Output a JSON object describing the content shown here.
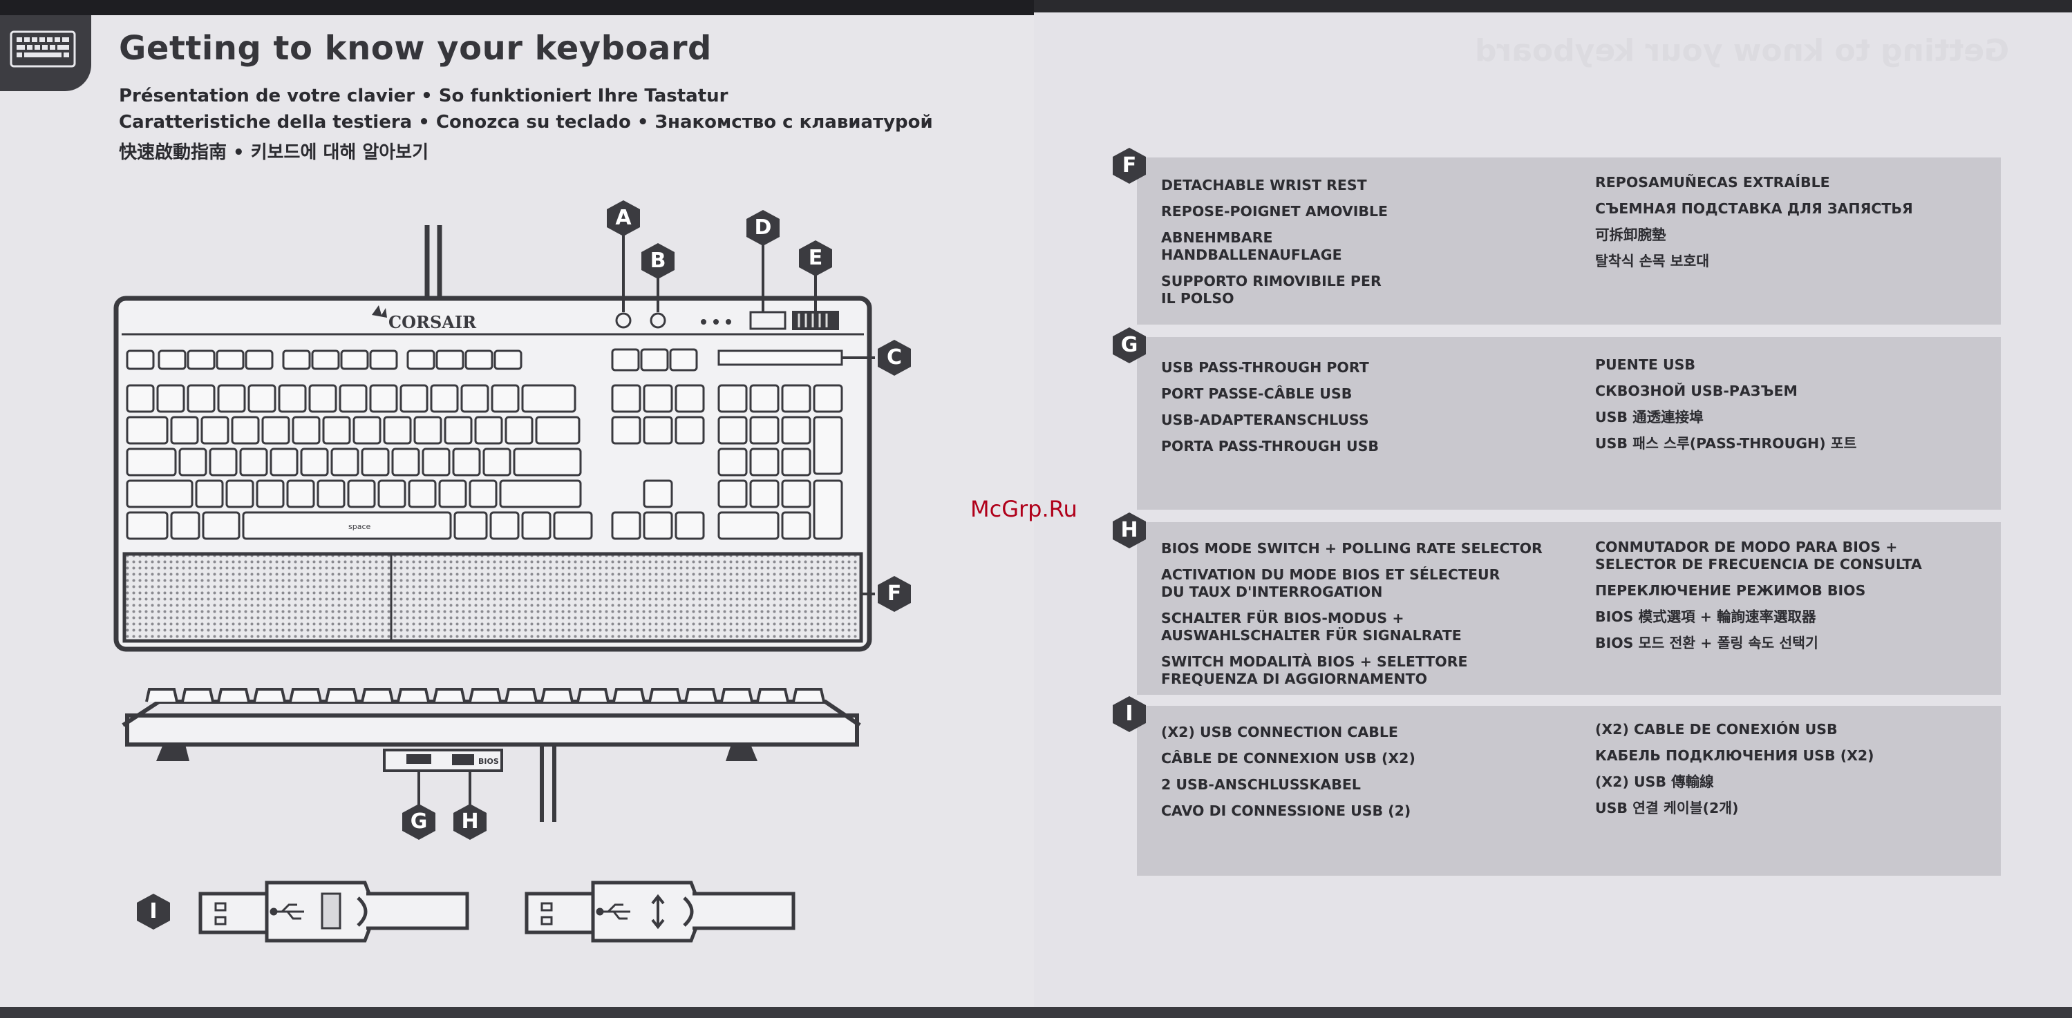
{
  "header": {
    "title": "Getting to know your keyboard",
    "subtitle_line1": "Présentation de votre clavier • So funktioniert Ihre Tastatur",
    "subtitle_line2": "Caratteristiche della testiera • Conozca su teclado • Знакомство с клавиатурой",
    "subtitle_line3": "快速啟動指南 • 키보드에 대해 알아보기"
  },
  "diagram": {
    "brand": "CORSAIR",
    "callouts": [
      "A",
      "B",
      "C",
      "D",
      "E",
      "F",
      "G",
      "H",
      "I"
    ],
    "space_label": "space",
    "bios_label": "BIOS"
  },
  "sections": [
    {
      "letter": "F",
      "left": [
        "DETACHABLE WRIST REST",
        "REPOSE-POIGNET AMOVIBLE",
        "ABNEHMBARE\nHANDBALLENAUFLAGE",
        "SUPPORTO RIMOVIBILE PER\nIL POLSO"
      ],
      "right": [
        "REPOSAMUÑECAS EXTRAÍBLE",
        "СЪЕМНАЯ ПОДСТАВКА ДЛЯ ЗАПЯСТЬЯ",
        "可拆卸腕墊",
        "탈착식 손목 보호대"
      ]
    },
    {
      "letter": "G",
      "left": [
        "USB PASS-THROUGH PORT",
        "PORT PASSE-CÂBLE USB",
        "USB-ADAPTERANSCHLUSS",
        "PORTA PASS-THROUGH USB"
      ],
      "right": [
        "PUENTE USB",
        "СКВОЗНОЙ USB-РАЗЪЕМ",
        "USB 通透連接埠",
        "USB 패스 스루(PASS-THROUGH) 포트"
      ]
    },
    {
      "letter": "H",
      "left": [
        "BIOS MODE SWITCH + POLLING RATE SELECTOR",
        "ACTIVATION DU MODE BIOS ET SÉLECTEUR\nDU TAUX D'INTERROGATION",
        "SCHALTER FÜR BIOS-MODUS +\nAUSWAHLSCHALTER FÜR SIGNALRATE",
        "SWITCH MODALITÀ BIOS + SELETTORE\nFREQUENZA DI AGGIORNAMENTO"
      ],
      "right": [
        "CONMUTADOR DE MODO PARA BIOS +\nSELECTOR DE FRECUENCIA DE CONSULTA",
        "ПЕРЕКЛЮЧЕНИЕ РЕЖИМОВ BIOS",
        "BIOS 模式選項 + 輪詢速率選取器",
        "BIOS 모드 전환 + 폴링 속도 선택기"
      ]
    },
    {
      "letter": "I",
      "left": [
        "(X2) USB CONNECTION CABLE",
        "CÂBLE DE CONNEXION USB (X2)",
        "2 USB-ANSCHLUSSKABEL",
        "CAVO DI CONNESSIONE USB (2)"
      ],
      "right": [
        "(X2) CABLE DE CONEXIÓN USB",
        "КАБЕЛЬ ПОДКЛЮЧЕНИЯ USB (X2)",
        "(X2) USB 傳輸線",
        "USB 연결 케이블(2개)"
      ]
    }
  ],
  "watermark": "McGrp.Ru",
  "colors": {
    "badge": "#3b3b40",
    "panel": "#c9c8ce",
    "ink": "#2c2c31"
  }
}
